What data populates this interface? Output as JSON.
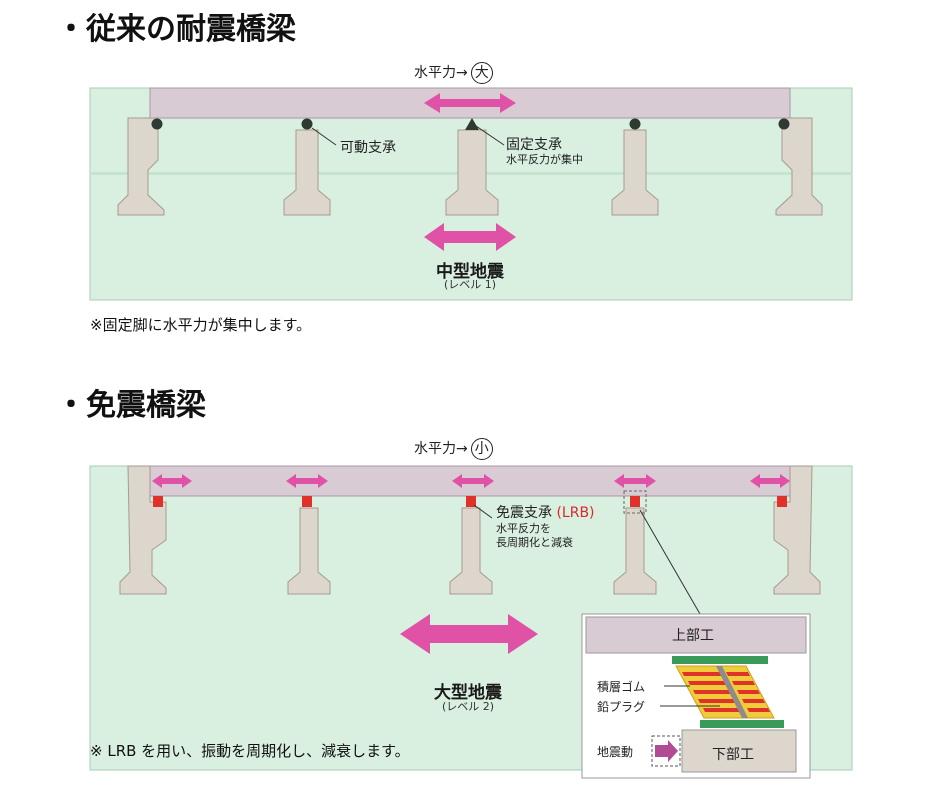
{
  "section1": {
    "heading": "・従来の耐震橋梁",
    "force_label": "水平力→",
    "force_size": "大",
    "movable_bearing": "可動支承",
    "fixed_bearing": "固定支承",
    "fixed_bearing_note": "水平反力が集中",
    "quake_title": "中型地震",
    "quake_level": "(レベル 1)",
    "note": "※固定脚に水平力が集中します。"
  },
  "section2": {
    "heading": "・免震橋梁",
    "force_label": "水平力→",
    "force_size": "小",
    "bearing_label": "免震支承",
    "bearing_abbr": "(LRB)",
    "bearing_note_1": "水平反力を",
    "bearing_note_2": "長周期化と減衰",
    "quake_title": "大型地震",
    "quake_level": "(レベル 2)",
    "note": "※ LRB を用い、振動を周期化し、減衰します。",
    "detail": {
      "upper": "上部工",
      "lower": "下部工",
      "rubber": "積層ゴム",
      "plug": "鉛プラグ",
      "motion": "地震動"
    }
  },
  "colors": {
    "ground": "#d9efe0",
    "ground_line": "#8fb89c",
    "girder": "#d9cbd3",
    "pier": "#ddd6cd",
    "arrow": "#e052a5",
    "bearing": "#e0322b"
  }
}
